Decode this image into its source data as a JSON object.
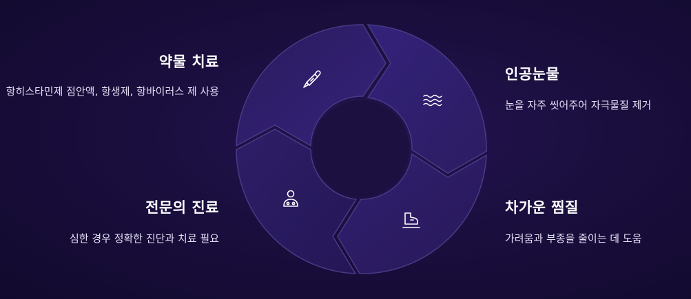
{
  "items": [
    {
      "id": "medication",
      "title": "약물 치료",
      "description": "항히스타민제 점안액, 항생제, 항바이러스 제 사용",
      "icon": "pen-icon"
    },
    {
      "id": "artificial-tears",
      "title": "인공눈물",
      "description": "눈을 자주 씻어주어 자극물질 제거",
      "icon": "waves-icon"
    },
    {
      "id": "cold-compress",
      "title": "차가운 찜질",
      "description": "가려움과 부종을 줄이는 데 도움",
      "icon": "ice-skate-icon"
    },
    {
      "id": "specialist-care",
      "title": "전문의 진료",
      "description": "심한 경우 정확한 진단과 치료 필요",
      "icon": "doctor-icon"
    }
  ],
  "colors": {
    "background": "#1a0e3e",
    "segment_fill": "#2e1d66",
    "segment_stroke": "#4a3a86",
    "center_fill": "#1c1040",
    "icon_stroke": "#ffffff"
  }
}
